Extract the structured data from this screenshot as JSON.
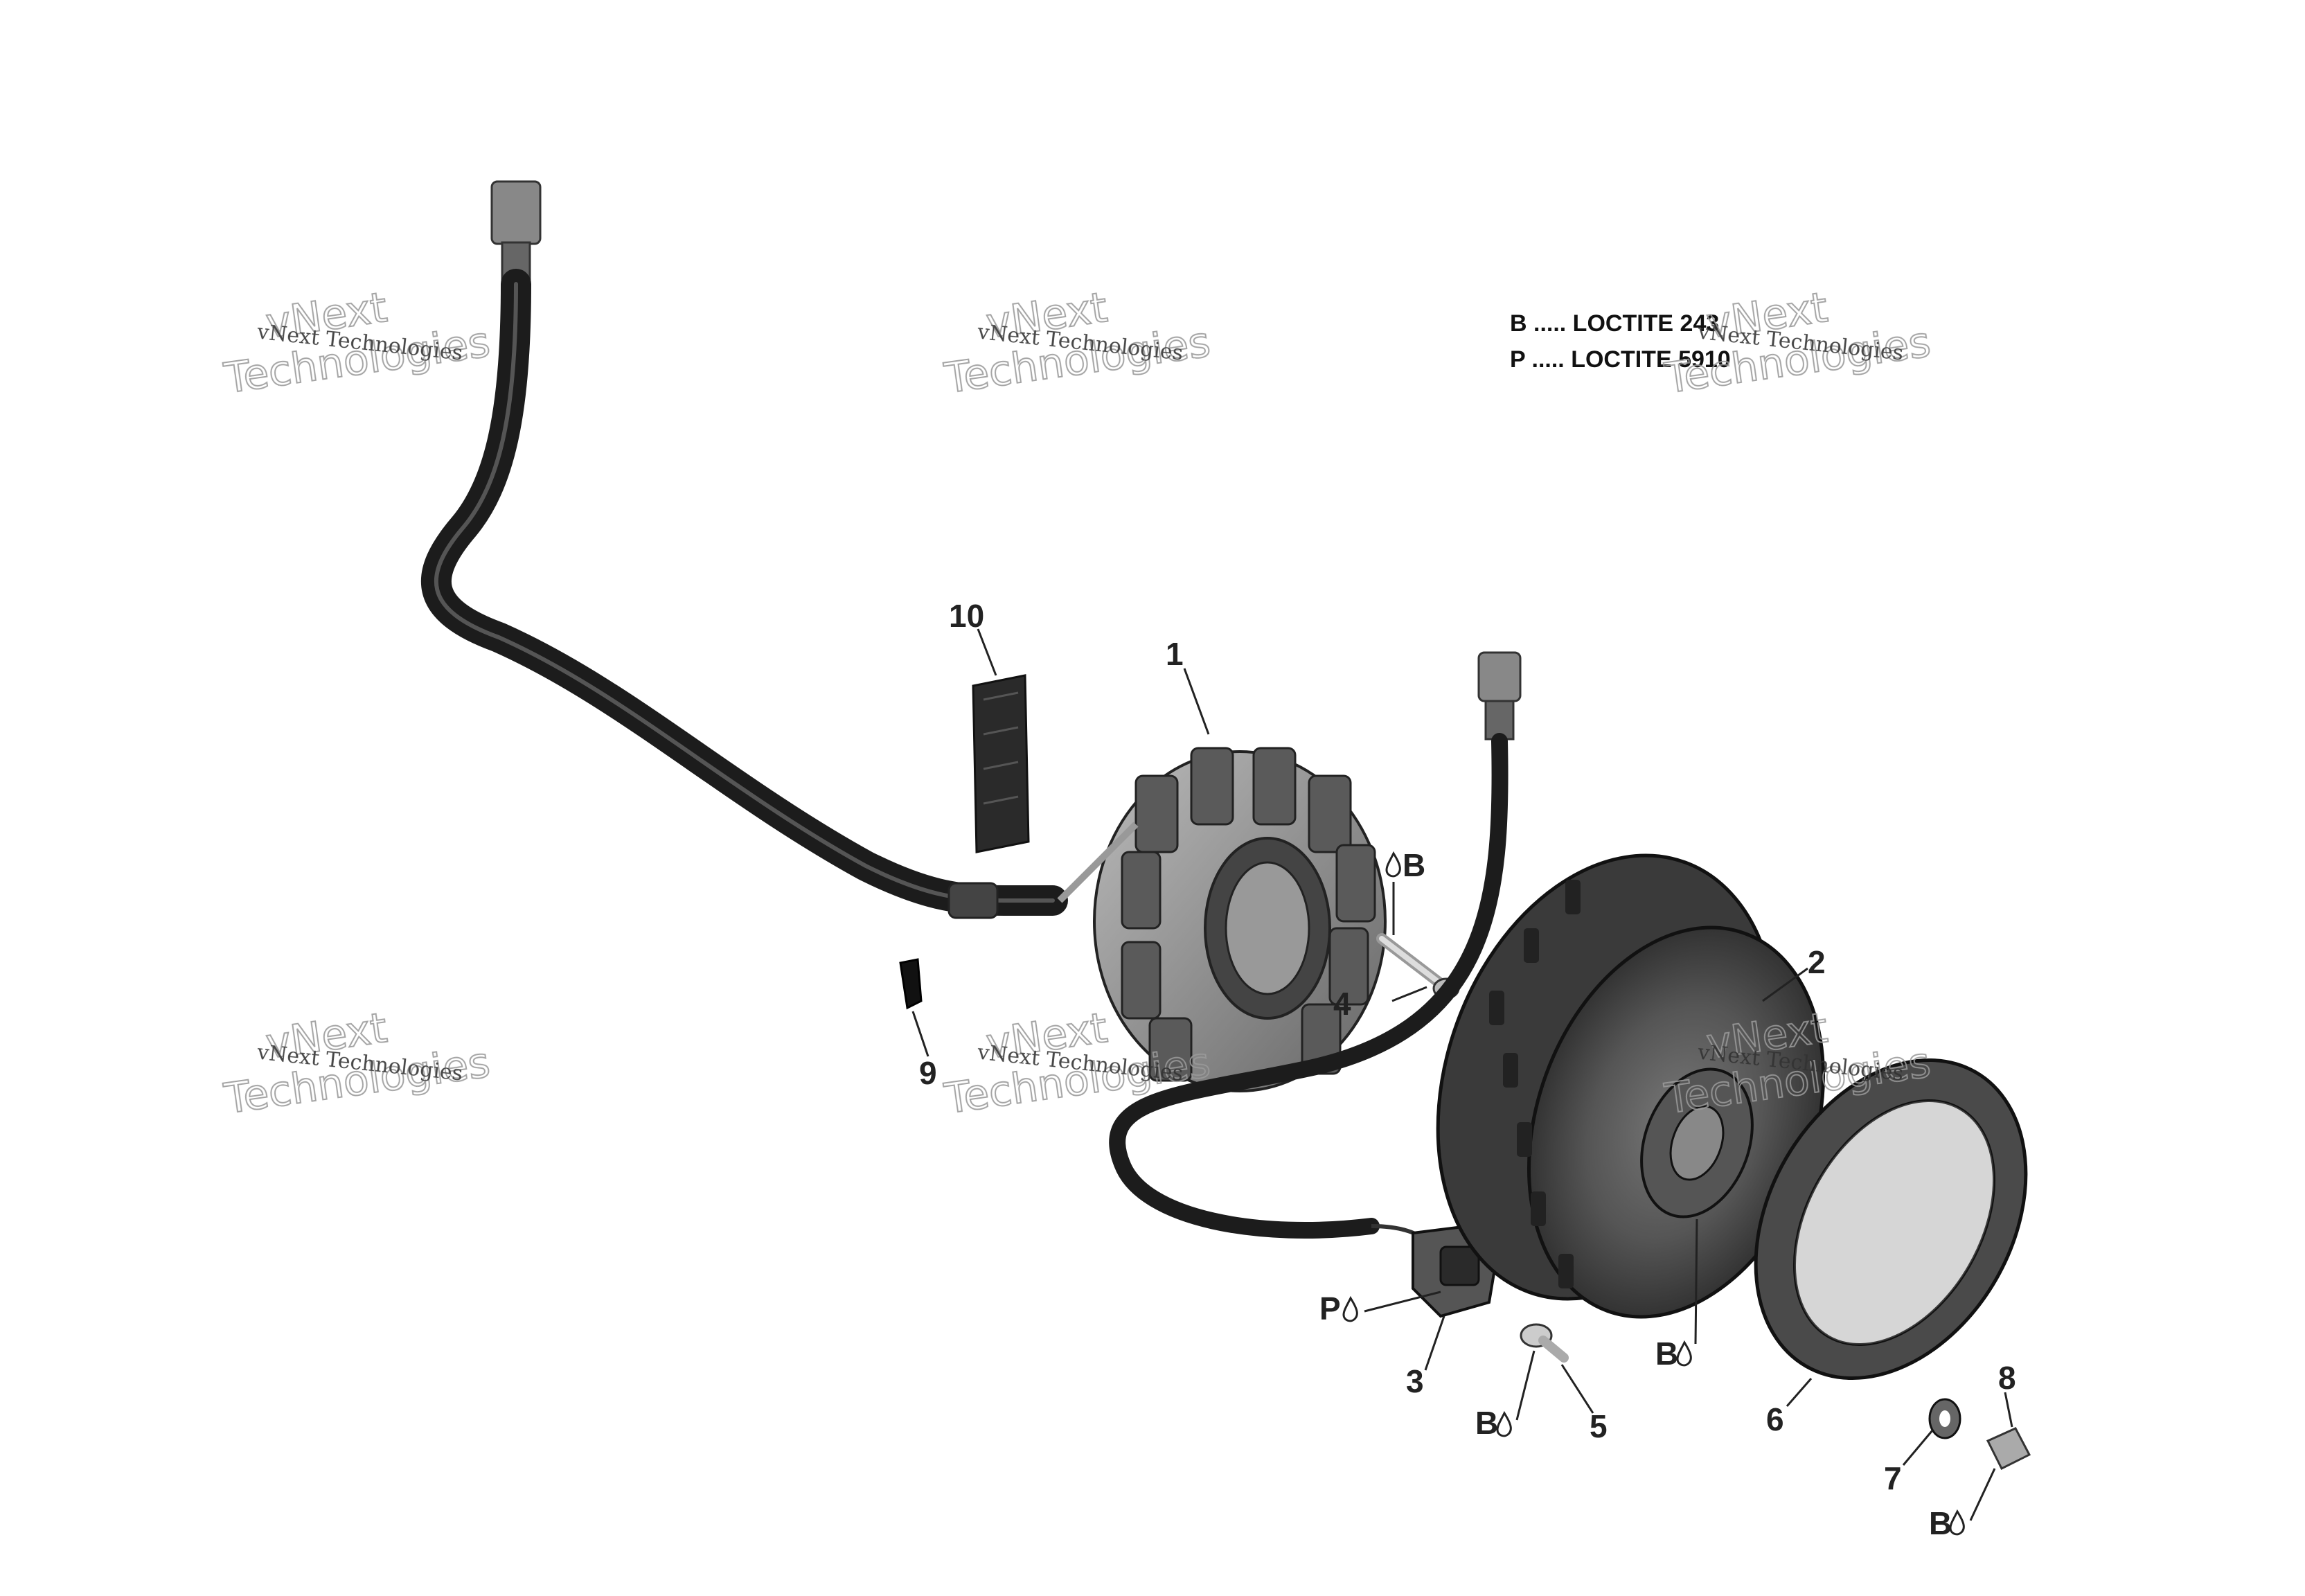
{
  "legend": [
    {
      "code": "B",
      "text": "B ..... LOCTITE 243"
    },
    {
      "code": "P",
      "text": "P ..... LOCTITE 5910"
    }
  ],
  "callouts": {
    "c1": "1",
    "c2": "2",
    "c3": "3",
    "c4": "4",
    "c5": "5",
    "c6": "6",
    "c7": "7",
    "c8": "8",
    "c9": "9",
    "c10": "10"
  },
  "markers": {
    "b_bolt4": "B",
    "p_sensor3": "P",
    "b_bolt5": "B",
    "b_rotor2": "B",
    "b_bolt8": "B"
  },
  "watermark": {
    "line1": "vNext Technologies",
    "line2a": "vNext",
    "line2b": "Technologies"
  }
}
